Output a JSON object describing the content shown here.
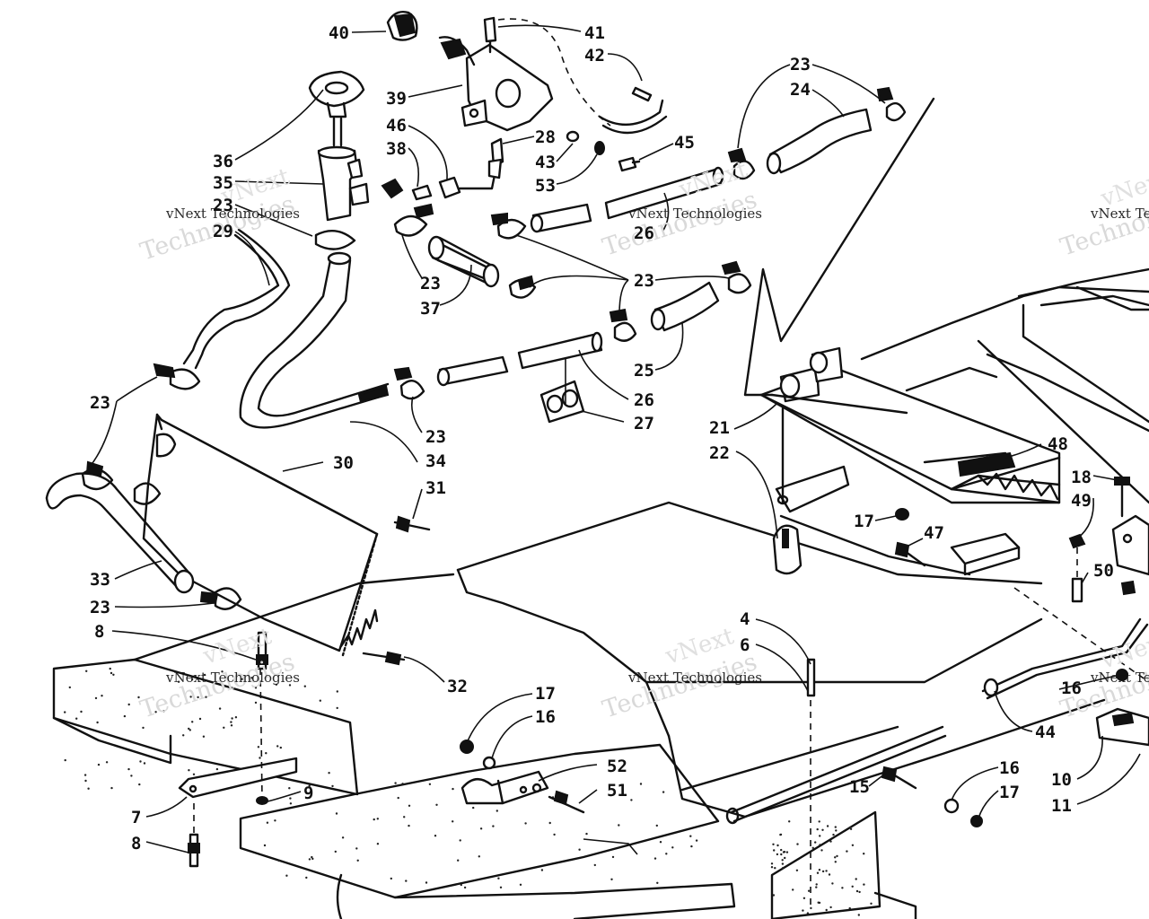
{
  "watermark": {
    "line1": "vNext Technologies",
    "line2": "Technologies",
    "line3": "vNext"
  },
  "callouts": [
    {
      "id": "c40",
      "label": "40"
    },
    {
      "id": "c41",
      "label": "41"
    },
    {
      "id": "c42",
      "label": "42"
    },
    {
      "id": "c39",
      "label": "39"
    },
    {
      "id": "c36",
      "label": "36"
    },
    {
      "id": "c46",
      "label": "46"
    },
    {
      "id": "c38",
      "label": "38"
    },
    {
      "id": "c28",
      "label": "28"
    },
    {
      "id": "c43",
      "label": "43"
    },
    {
      "id": "c53",
      "label": "53"
    },
    {
      "id": "c45",
      "label": "45"
    },
    {
      "id": "c35",
      "label": "35"
    },
    {
      "id": "c23a",
      "label": "23"
    },
    {
      "id": "c29",
      "label": "29"
    },
    {
      "id": "c23b",
      "label": "23"
    },
    {
      "id": "c24",
      "label": "24"
    },
    {
      "id": "c26a",
      "label": "26"
    },
    {
      "id": "c23c",
      "label": "23"
    },
    {
      "id": "c37",
      "label": "37"
    },
    {
      "id": "c23d",
      "label": "23"
    },
    {
      "id": "c25",
      "label": "25"
    },
    {
      "id": "c26b",
      "label": "26"
    },
    {
      "id": "c27",
      "label": "27"
    },
    {
      "id": "c23e",
      "label": "23"
    },
    {
      "id": "c34",
      "label": "34"
    },
    {
      "id": "c23f",
      "label": "23"
    },
    {
      "id": "c30",
      "label": "30"
    },
    {
      "id": "c31",
      "label": "31"
    },
    {
      "id": "c33",
      "label": "33"
    },
    {
      "id": "c23g",
      "label": "23"
    },
    {
      "id": "c8a",
      "label": "8"
    },
    {
      "id": "c32",
      "label": "32"
    },
    {
      "id": "c21",
      "label": "21"
    },
    {
      "id": "c22",
      "label": "22"
    },
    {
      "id": "c48",
      "label": "48"
    },
    {
      "id": "c18",
      "label": "18"
    },
    {
      "id": "c49",
      "label": "49"
    },
    {
      "id": "c17a",
      "label": "17"
    },
    {
      "id": "c47",
      "label": "47"
    },
    {
      "id": "c50",
      "label": "50"
    },
    {
      "id": "c4",
      "label": "4"
    },
    {
      "id": "c6",
      "label": "6"
    },
    {
      "id": "c17b",
      "label": "17"
    },
    {
      "id": "c16a",
      "label": "16"
    },
    {
      "id": "c52",
      "label": "52"
    },
    {
      "id": "c51",
      "label": "51"
    },
    {
      "id": "c44",
      "label": "44"
    },
    {
      "id": "c16b",
      "label": "16"
    },
    {
      "id": "c10",
      "label": "10"
    },
    {
      "id": "c11",
      "label": "11"
    },
    {
      "id": "c15",
      "label": "15"
    },
    {
      "id": "c16c",
      "label": "16"
    },
    {
      "id": "c17c",
      "label": "17"
    },
    {
      "id": "c7",
      "label": "7"
    },
    {
      "id": "c9",
      "label": "9"
    },
    {
      "id": "c8b",
      "label": "8"
    }
  ]
}
